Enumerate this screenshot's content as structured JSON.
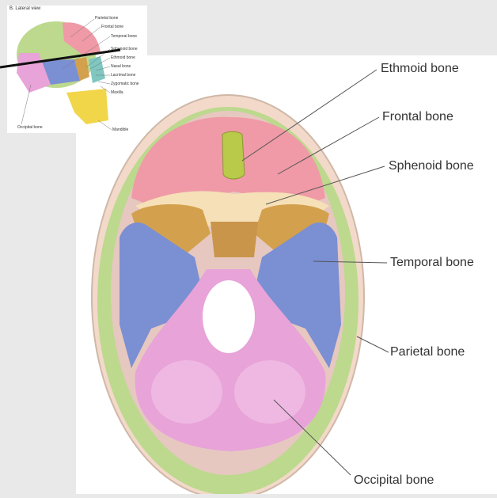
{
  "inset": {
    "title": "B. Lateral view",
    "labels": {
      "parietal": "Parietal bone",
      "frontal": "Frontal bone",
      "temporal": "Temporal bone",
      "sphenoid": "Sphenoid bone",
      "ethmoid": "Ethmoid bone",
      "nasal": "Nasal bone",
      "lacrimal": "Lacrimal bone",
      "zygomatic": "Zygomatic bone",
      "maxilla": "Maxilla",
      "occipital": "Occipital bone",
      "mandible": "Mandible"
    }
  },
  "labels": {
    "ethmoid": "Ethmoid bone",
    "frontal": "Frontal bone",
    "sphenoid": "Sphenoid bone",
    "temporal": "Temporal bone",
    "parietal": "Parietal bone",
    "occipital": "Occipital bone"
  },
  "colors": {
    "frontal": "#ef9aa6",
    "ethmoid": "#b9c94a",
    "sphenoid": "#f6e0b8",
    "temporal": "#7b8fd3",
    "parietal": "#bcd98e",
    "occipital": "#e8a3d8",
    "petrous": "#d3a14d",
    "mandible": "#f2d64a",
    "maxilla": "#7fc7c0"
  }
}
